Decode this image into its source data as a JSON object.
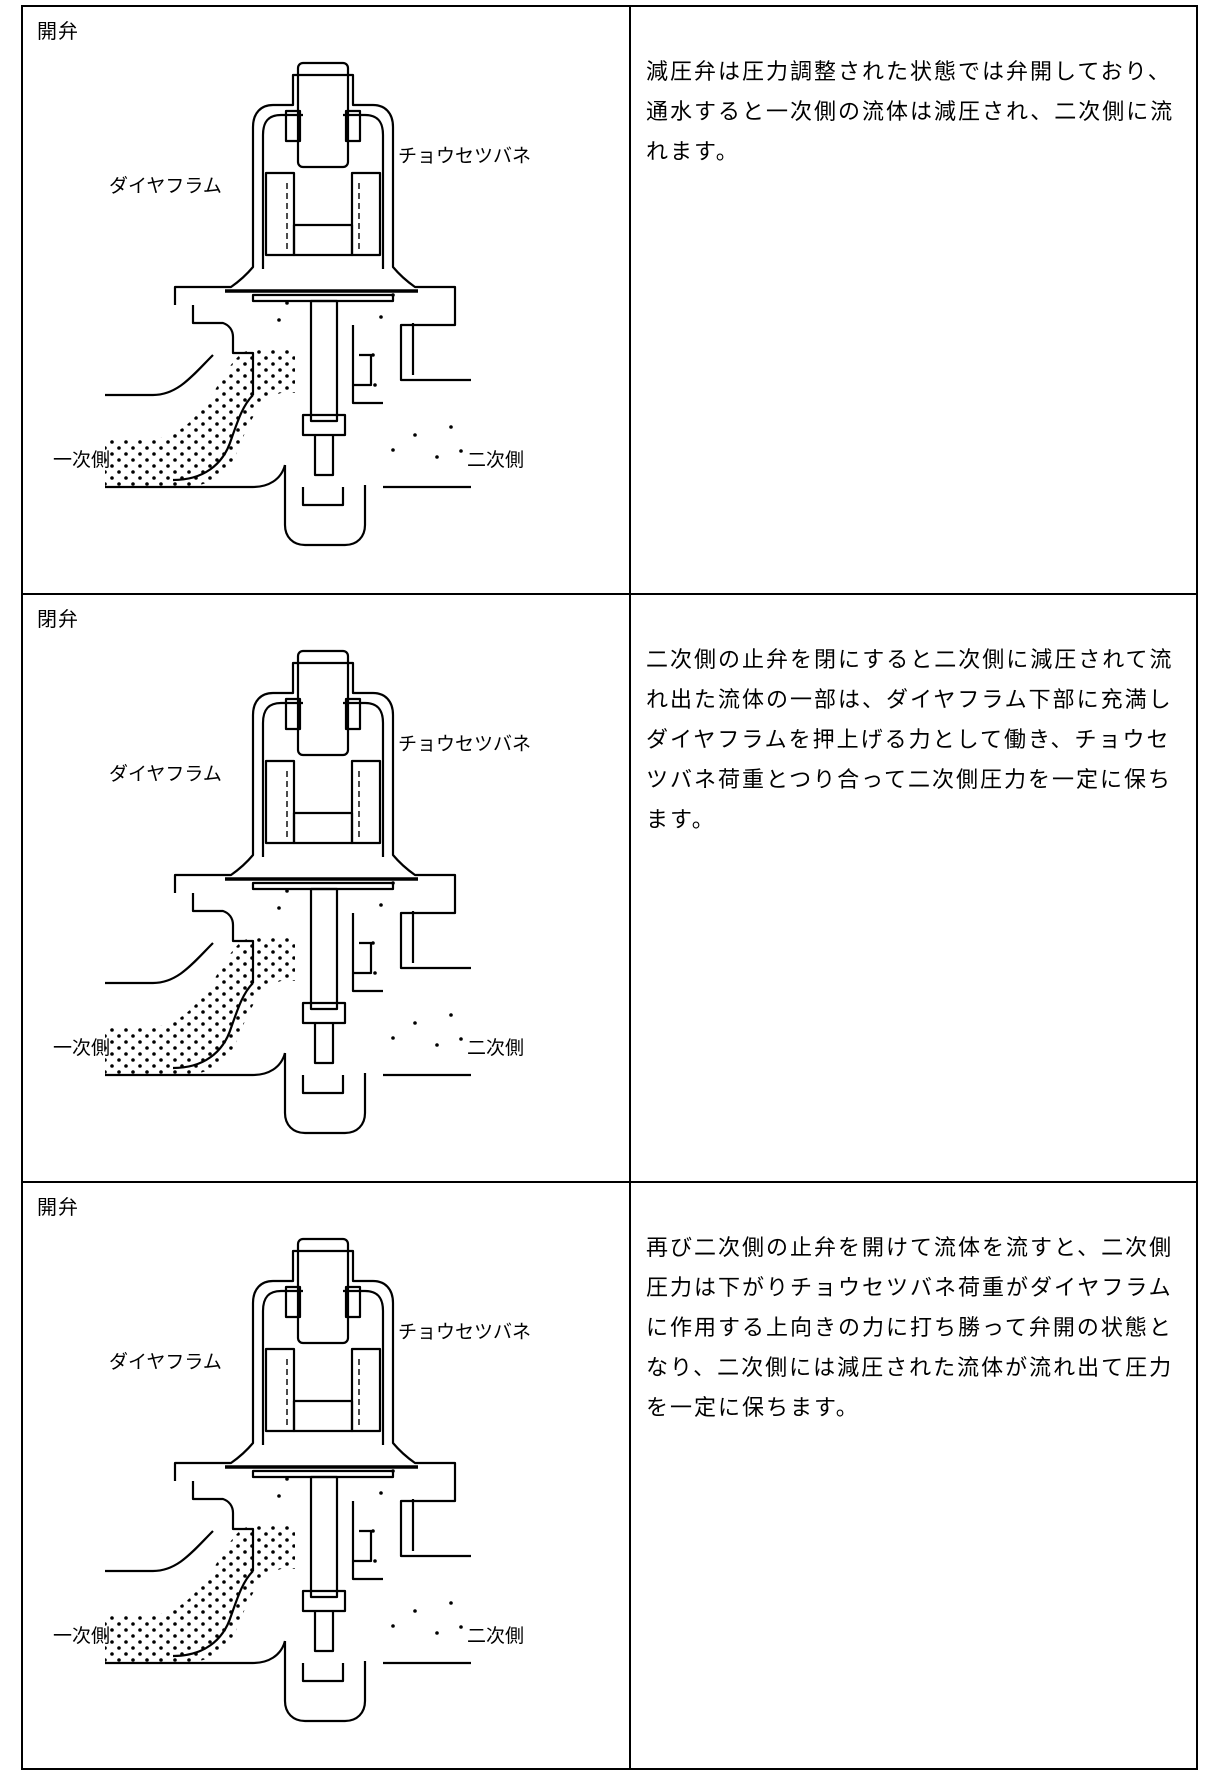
{
  "rows": [
    {
      "state": "開弁",
      "description": "減圧弁は圧力調整された状態では弁開しており、通水すると一次側の流体は減圧され、二次側に流れます。",
      "labels": {
        "spring": "チョウセツバネ",
        "diaphragm": "ダイヤフラム",
        "primary": "一次側",
        "secondary": "二次側"
      }
    },
    {
      "state": "閉弁",
      "description": "二次側の止弁を閉にすると二次側に減圧されて流れ出た流体の一部は、ダイヤフラム下部に充満しダイヤフラムを押上げる力として働き、チョウセツバネ荷重とつり合って二次側圧力を一定に保ちます。",
      "labels": {
        "spring": "チョウセツバネ",
        "diaphragm": "ダイヤフラム",
        "primary": "一次側",
        "secondary": "二次側"
      }
    },
    {
      "state": "開弁",
      "description": "再び二次側の止弁を開けて流体を流すと、二次側圧力は下がりチョウセツバネ荷重がダイヤフラムに作用する上向きの力に打ち勝って弁開の状態となり、二次側には減圧された流体が流れ出て圧力を一定に保ちます。",
      "labels": {
        "spring": "チョウセツバネ",
        "diaphragm": "ダイヤフラム",
        "primary": "一次側",
        "secondary": "二次側"
      }
    }
  ]
}
